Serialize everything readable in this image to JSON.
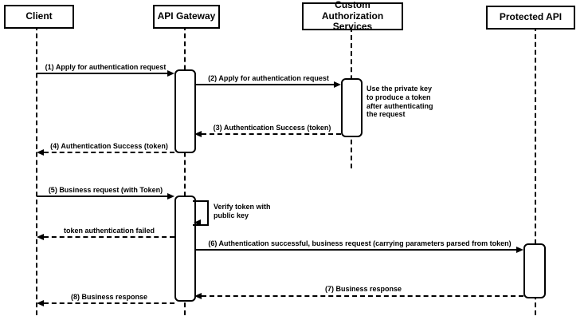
{
  "diagram": {
    "type": "uml-sequence",
    "background_color": "#ffffff",
    "line_color": "#000000",
    "text_color": "#000000"
  },
  "actors": [
    {
      "id": "client",
      "label": "Client"
    },
    {
      "id": "api-gateway",
      "label": "API Gateway"
    },
    {
      "id": "custom-authorization-services",
      "label": "Custom Authorization\nServices"
    },
    {
      "id": "protected-api",
      "label": "Protected API"
    }
  ],
  "messages": [
    {
      "num": 1,
      "label": "(1) Apply for authentication request",
      "from": "Client",
      "to": "API Gateway",
      "style": "solid",
      "direction": "right"
    },
    {
      "num": 2,
      "label": "(2) Apply for authentication request",
      "from": "API Gateway",
      "to": "Custom Authorization Services",
      "style": "solid",
      "direction": "right"
    },
    {
      "num": 3,
      "label": "(3) Authentication Success (token)",
      "from": "Custom Authorization Services",
      "to": "API Gateway",
      "style": "dashed",
      "direction": "left"
    },
    {
      "num": 4,
      "label": "(4) Authentication Success (token)",
      "from": "API Gateway",
      "to": "Client",
      "style": "dashed",
      "direction": "left"
    },
    {
      "num": 5,
      "label": "(5) Business request (with Token)",
      "from": "Client",
      "to": "API Gateway",
      "style": "solid",
      "direction": "right"
    },
    {
      "num": null,
      "label": "token authentication failed",
      "from": "API Gateway",
      "to": "Client",
      "style": "dashed",
      "direction": "left"
    },
    {
      "num": 6,
      "label": "(6) Authentication successful, business request (carrying parameters parsed from token)",
      "from": "API Gateway",
      "to": "Protected API",
      "style": "solid",
      "direction": "right"
    },
    {
      "num": 7,
      "label": "(7) Business response",
      "from": "Protected API",
      "to": "API Gateway",
      "style": "dashed",
      "direction": "left"
    },
    {
      "num": 8,
      "label": "(8) Business response",
      "from": "API Gateway",
      "to": "Client",
      "style": "dashed",
      "direction": "left"
    }
  ],
  "self_message": {
    "label": "Verify token with public key",
    "on": "API Gateway",
    "style": "solid"
  },
  "notes": [
    {
      "label": "Use the private key to produce a token after authenticating the request",
      "near": "Custom Authorization Services"
    }
  ]
}
